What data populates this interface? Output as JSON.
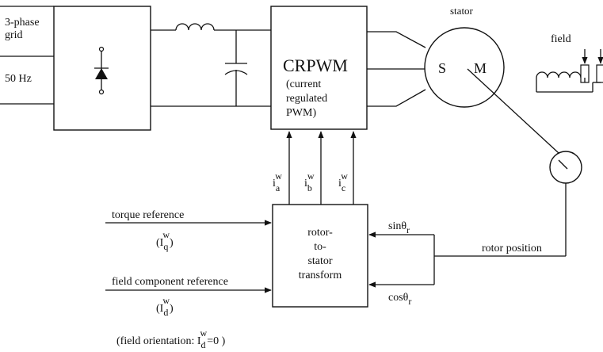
{
  "grid": {
    "line1": "3-phase",
    "line2": "grid",
    "freq": "50 Hz"
  },
  "crpwm": {
    "title": "CRPWM",
    "sub1": "(current",
    "sub2": "regulated",
    "sub3": "PWM)"
  },
  "motor": {
    "stator_label": "stator",
    "s": "S",
    "m": "M",
    "field_label": "field"
  },
  "currents": [
    {
      "base": "i",
      "sub": "a",
      "sup": "w"
    },
    {
      "base": "i",
      "sub": "b",
      "sup": "w"
    },
    {
      "base": "i",
      "sub": "c",
      "sup": "w"
    }
  ],
  "transform": {
    "line1": "rotor-",
    "line2": "to-",
    "line3": "stator",
    "line4": "transform"
  },
  "inputs": {
    "torque_label": "torque reference",
    "torque_sym_open": "(I",
    "torque_sym_sub": "q",
    "torque_sym_sup": "w",
    "torque_sym_close": ")",
    "field_label": "field component reference",
    "field_sym_open": "(I",
    "field_sym_sub": "d",
    "field_sym_sup": "w",
    "field_sym_close": ")"
  },
  "feedback": {
    "sin_base": "sinθ",
    "sin_sub": "r",
    "cos_base": "cosθ",
    "cos_sub": "r",
    "rotor_position": "rotor position"
  },
  "note": {
    "prefix": "(field orientation:  I",
    "sub": "d",
    "sup": "w",
    "suffix": "=0 )"
  }
}
